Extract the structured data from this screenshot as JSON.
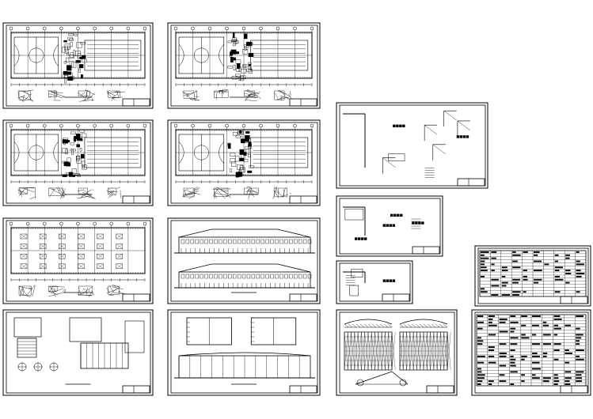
{
  "sheet_set": {
    "sheets": [
      {
        "id": "plan-1",
        "kind": "floor-plan-courts"
      },
      {
        "id": "plan-2",
        "kind": "floor-plan-courts"
      },
      {
        "id": "plan-3",
        "kind": "floor-plan-courts"
      },
      {
        "id": "plan-4",
        "kind": "floor-plan-variant"
      },
      {
        "id": "plan-5",
        "kind": "floor-plan-grid"
      },
      {
        "id": "elevation-1",
        "kind": "elevations"
      },
      {
        "id": "section-1",
        "kind": "sections-details"
      },
      {
        "id": "section-2",
        "kind": "sections"
      },
      {
        "id": "detail-1",
        "kind": "construction-details"
      },
      {
        "id": "detail-2",
        "kind": "construction-details"
      },
      {
        "id": "detail-3",
        "kind": "construction-details"
      },
      {
        "id": "truss-1",
        "kind": "roof-truss"
      },
      {
        "id": "schedule-1",
        "kind": "schedule-table"
      },
      {
        "id": "schedule-2",
        "kind": "schedule-table"
      }
    ]
  },
  "colors": {
    "line": "#000000",
    "background": "#ffffff"
  }
}
